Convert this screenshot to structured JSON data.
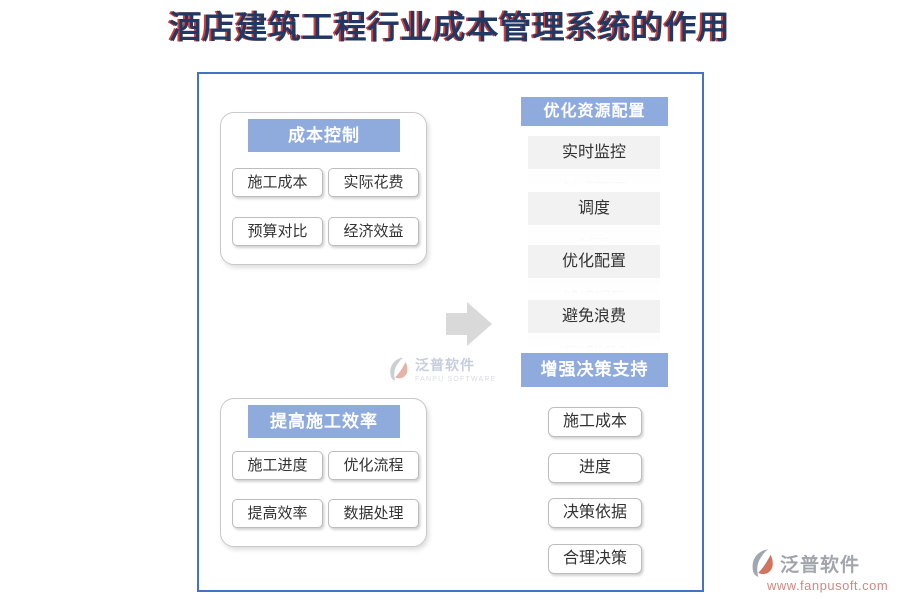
{
  "title": "酒店建筑工程行业成本管理系统的作用",
  "left_panels": [
    {
      "header": "成本控制",
      "items": [
        "施工成本",
        "实际花费",
        "预算对比",
        "经济效益"
      ]
    },
    {
      "header": "提高施工效率",
      "items": [
        "施工进度",
        "优化流程",
        "提高效率",
        "数据处理"
      ]
    }
  ],
  "right_sections": [
    {
      "header": "优化资源配置",
      "items": [
        "实时监控",
        "调度",
        "优化配置",
        "避免浪费"
      ]
    },
    {
      "header": "增强决策支持",
      "items": [
        "施工成本",
        "进度",
        "决策依据",
        "合理决策"
      ]
    }
  ],
  "watermark_center": {
    "brand": "泛普软件",
    "brand_sub": "FANPU SOFTWARE"
  },
  "watermark_corner": {
    "brand": "泛普软件",
    "url": "www.fanpusoft.com"
  },
  "colors": {
    "header_bg": "#8FAADC",
    "frame_border": "#4472C4",
    "title_color": "#1F3864",
    "title_shadow": "#C01010",
    "arrow_fill": "#D9D9D9",
    "gray_box_bg": "#F2F2F2"
  }
}
